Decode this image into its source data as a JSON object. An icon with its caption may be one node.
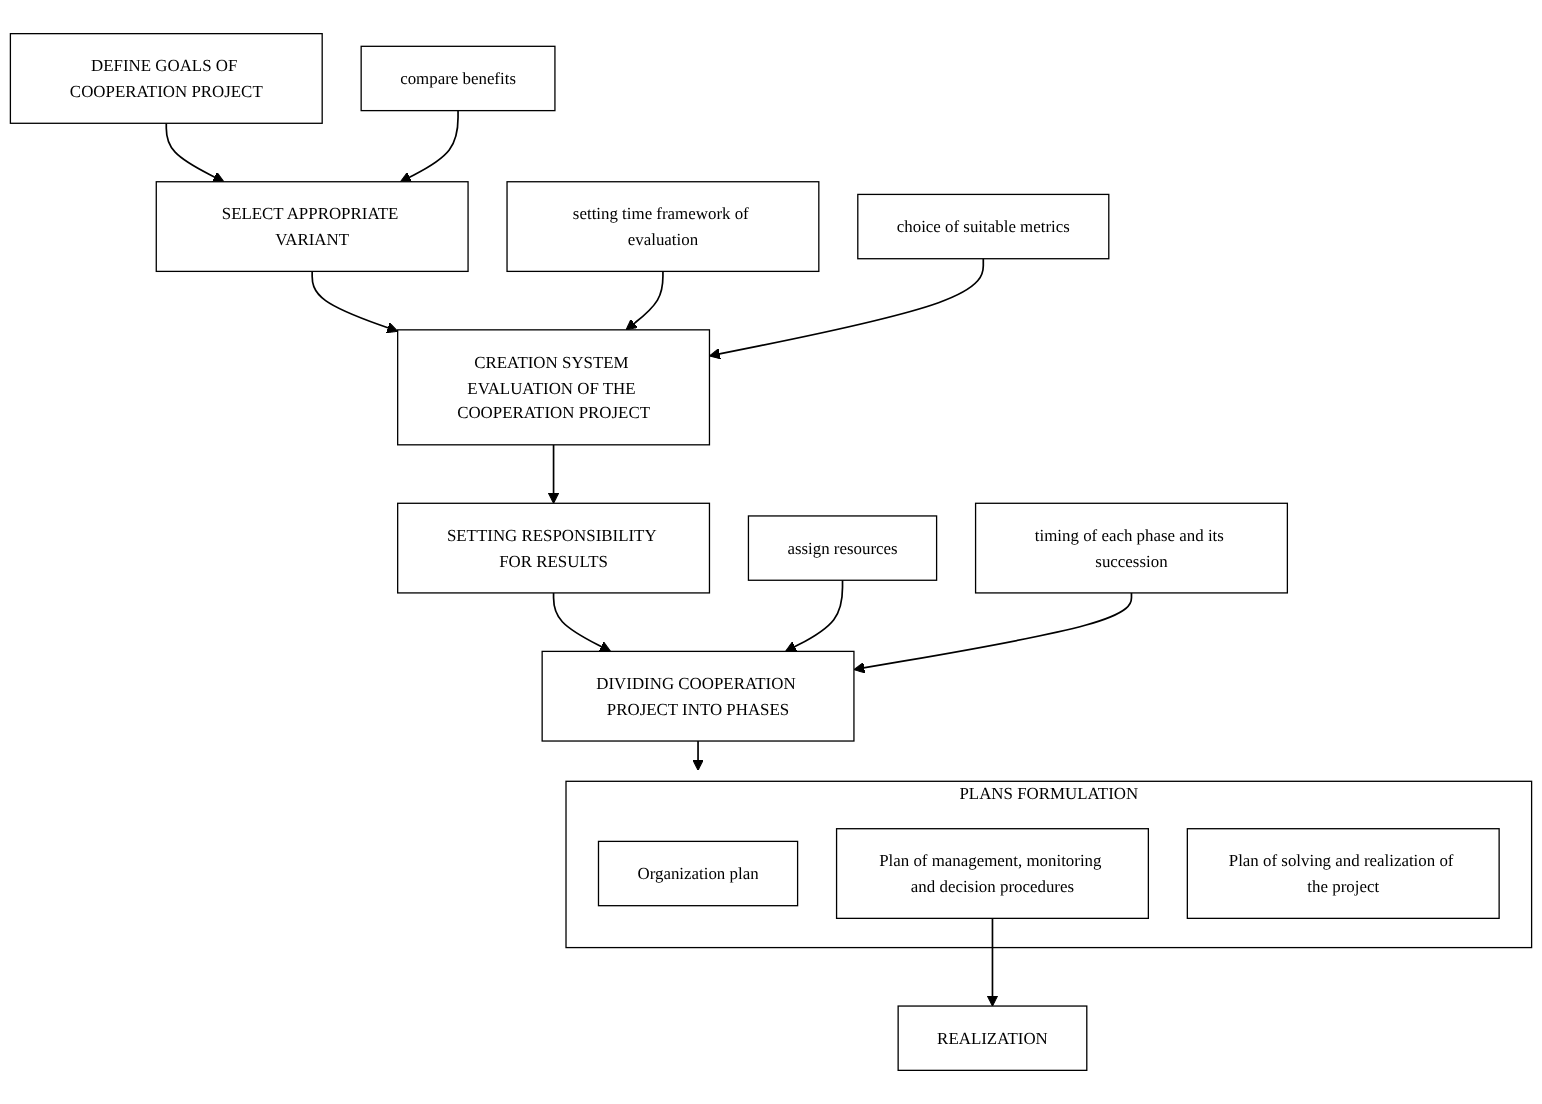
{
  "diagram": {
    "nodes": [
      {
        "text": [
          "DEFINE GOALS OF COOPERATION PROJECT"
        ]
      },
      {
        "text": [
          "SELECT APPROPRIATE VARIANT"
        ]
      },
      {
        "text": [
          "compare benefits"
        ]
      },
      {
        "text": [
          "setting time framework of evaluation"
        ]
      },
      {
        "text": [
          "CREATION SYSTEM EVALUATION OF THE COOPERATION PROJECT"
        ]
      },
      {
        "text": [
          "choice of suitable metrics"
        ]
      },
      {
        "text": [
          "SETTING RESPONSIBILITY FOR RESULTS"
        ]
      },
      {
        "text": [
          "assign resources"
        ]
      },
      {
        "text": [
          "DIVIDING COOPERATION PROJECT INTO PHASES"
        ]
      },
      {
        "text": [
          "timing of each phase and its succession"
        ]
      },
      {
        "text": [
          "PLANS FORMULATION"
        ]
      },
      {
        "text": [
          "Organization plan"
        ],
        "in": 10
      },
      {
        "text": [
          "Plan of management, monitoring and decision procedures"
        ],
        "in": 10
      },
      {
        "text": [
          "Plan of solving and realization of the project"
        ],
        "in": 10
      },
      {
        "text": [
          "REALIZATION"
        ]
      }
    ],
    "edges": [
      {
        "from": 0,
        "to": 1,
        "arrow": "to"
      },
      {
        "from": 2,
        "to": 1,
        "arrow": "to"
      },
      {
        "from": 1,
        "to": 4,
        "arrow": "to"
      },
      {
        "from": 3,
        "to": 4,
        "arrow": "to"
      },
      {
        "from": 5,
        "to": 4,
        "arrow": "to"
      },
      {
        "from": 4,
        "to": 6,
        "arrow": "to"
      },
      {
        "from": 6,
        "to": 8,
        "arrow": "to"
      },
      {
        "from": 7,
        "to": 8,
        "arrow": "to"
      },
      {
        "from": 9,
        "to": 8,
        "arrow": "to"
      },
      {
        "from": 8,
        "to": 10,
        "arrow": "to"
      },
      {
        "from": 12,
        "to": 14,
        "arrow": "to"
      }
    ]
  }
}
